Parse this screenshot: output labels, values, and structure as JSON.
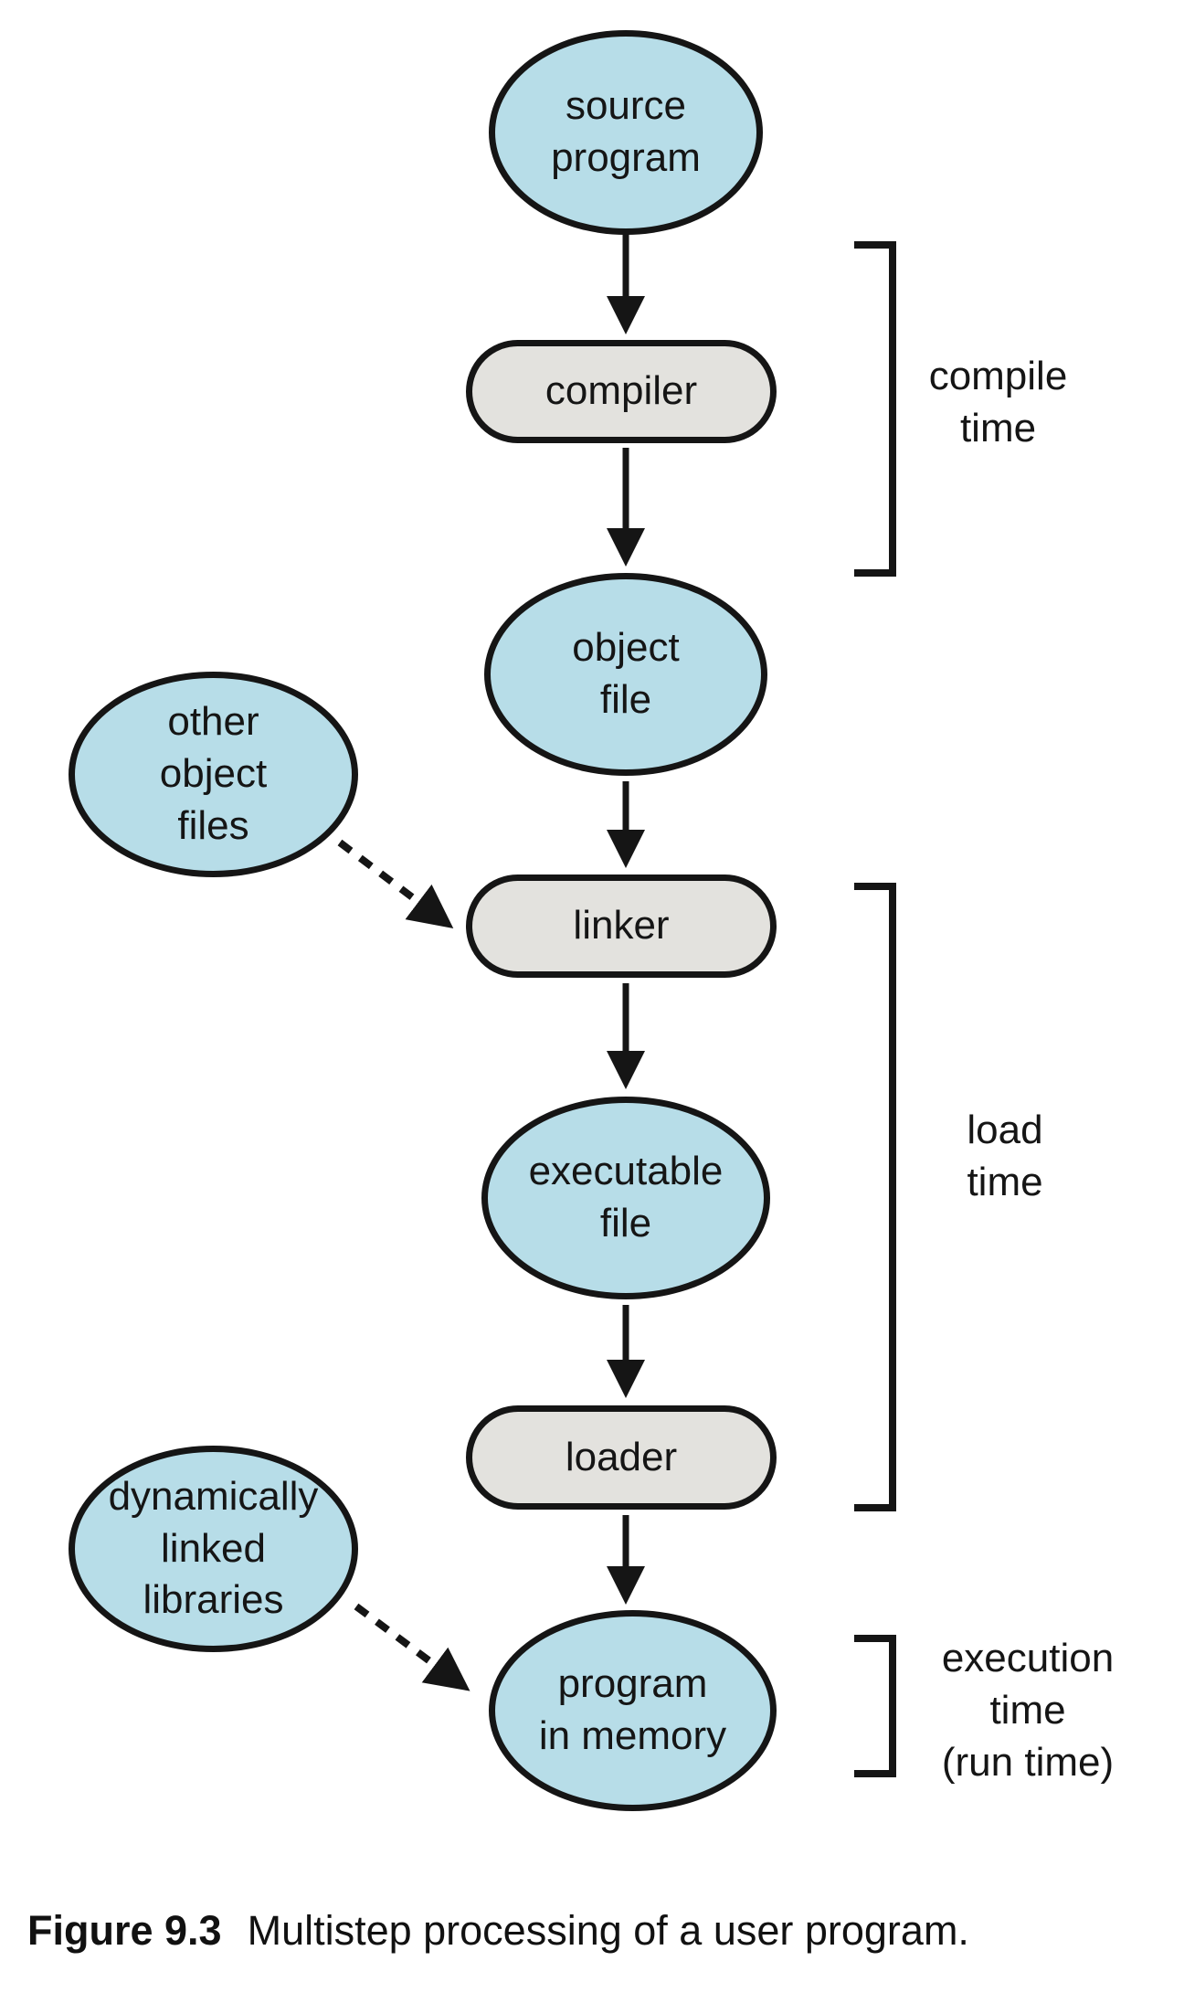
{
  "diagram": {
    "nodes": {
      "source_program": {
        "label": "source\nprogram",
        "shape": "ellipse"
      },
      "compiler": {
        "label": "compiler",
        "shape": "pill"
      },
      "object_file": {
        "label": "object\nfile",
        "shape": "ellipse"
      },
      "other_object_files": {
        "label": "other\nobject\nfiles",
        "shape": "ellipse"
      },
      "linker": {
        "label": "linker",
        "shape": "pill"
      },
      "executable_file": {
        "label": "executable\nfile",
        "shape": "ellipse"
      },
      "loader": {
        "label": "loader",
        "shape": "pill"
      },
      "dynamically_linked_libraries": {
        "label": "dynamically\nlinked\nlibraries",
        "shape": "ellipse"
      },
      "program_in_memory": {
        "label": "program\nin memory",
        "shape": "ellipse"
      }
    },
    "phases": {
      "compile_time": {
        "label": "compile\ntime"
      },
      "load_time": {
        "label": "load\ntime"
      },
      "execution_time": {
        "label": "execution\ntime\n(run time)"
      }
    },
    "colors": {
      "node_fill_blue": "#b7dde8",
      "node_fill_gray": "#e3e2de",
      "stroke": "#151515"
    }
  },
  "caption": {
    "figure_label": "Figure 9.3",
    "text": "Multistep processing of a user program."
  }
}
